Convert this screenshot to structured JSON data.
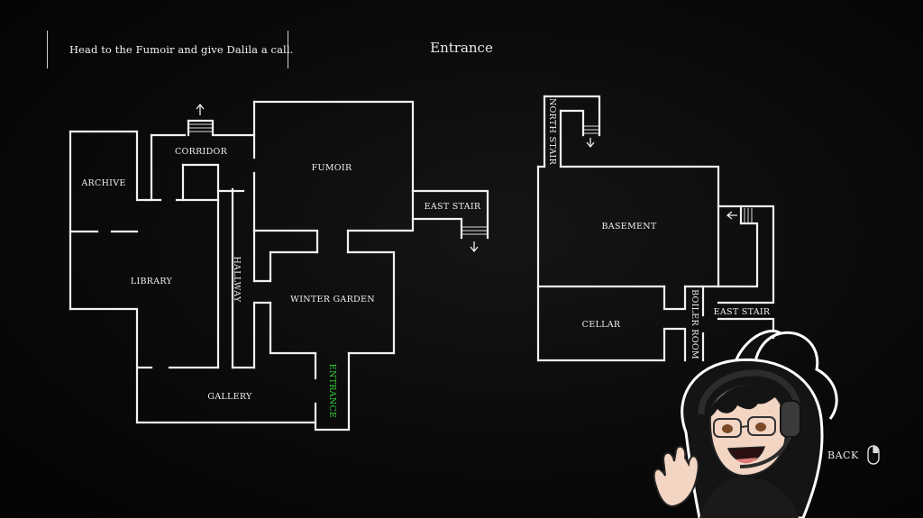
{
  "objective": {
    "icon": "objective-diamond-icon",
    "text": "Head to the Fumoir and give Dalila a call."
  },
  "location_title": "Entrance",
  "map": {
    "current_room": "ENTRANCE",
    "current_color": "#35d335",
    "wall_color": "#f2f2f2",
    "rooms": {
      "archive": "ARCHIVE",
      "corridor": "CORRIDOR",
      "fumoir": "FUMOIR",
      "east_stair_upper": "EAST STAIR",
      "library": "LIBRARY",
      "hallway": "HALLWAY",
      "winter_garden": "WINTER GARDEN",
      "gallery": "GALLERY",
      "entrance": "ENTRANCE",
      "north_stair": "NORTH STAIR",
      "basement": "BASEMENT",
      "cellar": "CELLAR",
      "boiler_room": "BOILER ROOM",
      "east_stair_lower": "EAST STAIR"
    }
  },
  "controls": {
    "back_label": "BACK",
    "back_icon": "mouse-right-click-icon"
  },
  "overlay": {
    "avatar": "streamer-avatar-with-headset"
  }
}
